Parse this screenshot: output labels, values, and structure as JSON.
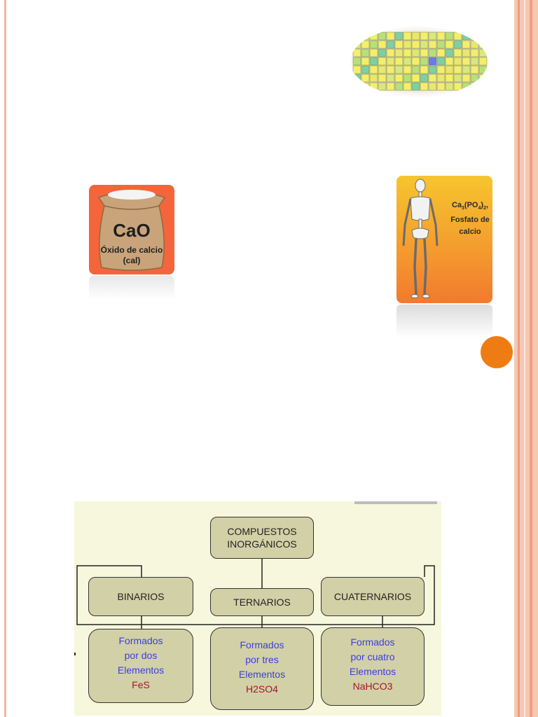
{
  "slide": {
    "colors": {
      "accent_orange": "#ef7c12",
      "frame_pink": "#f7c7b3"
    },
    "decor": {
      "top_right_image": "periodic-table-image"
    }
  },
  "cao_card": {
    "formula": "CaO",
    "name_line1": "Óxido de calcio",
    "name_line2": "(cal)"
  },
  "skeleton_card": {
    "formula_prefix": "Ca",
    "formula_sub1": "3",
    "formula_mid": "(PO",
    "formula_sub2": "4",
    "formula_end": ")",
    "formula_sub3": "2",
    "name_line1": "Fosfato de",
    "name_line2": "calcio"
  },
  "diagram": {
    "root": {
      "line1": "COMPUESTOS",
      "line2": "INORGÁNICOS"
    },
    "categories": [
      {
        "label": "BINARIOS",
        "desc_lines": [
          "Formados",
          "por dos",
          "Elementos"
        ],
        "example": "FeS"
      },
      {
        "label": "TERNARIOS",
        "desc_lines": [
          "Formados",
          "por tres",
          "Elementos"
        ],
        "example": "H2SO4"
      },
      {
        "label": "CUATERNARIOS",
        "desc_lines": [
          "Formados",
          "por cuatro",
          "Elementos"
        ],
        "example": "NaHCO3"
      }
    ]
  }
}
